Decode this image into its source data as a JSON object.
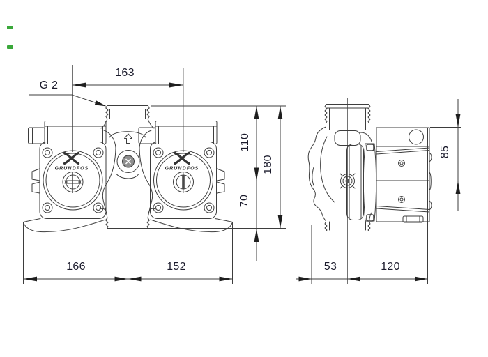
{
  "page": {
    "background_color": "#ffffff",
    "description": "Grundfos twin-head circulator pump dimensional drawing, front and side views"
  },
  "drawing": {
    "line_color": "#3d3d3d",
    "text_color": "#1b1b2c",
    "marker_color": "#3aa83a",
    "icons": [
      "grundfos-logo-icon",
      "flow-direction-up-arrow-icon",
      "vent-screw-icon",
      "bearing-center-icon"
    ]
  },
  "labels": {
    "connection": "G 2",
    "brand": "GRUNDFOS"
  },
  "dims": {
    "d163": "163",
    "d110": "110",
    "d180": "180",
    "d70": "70",
    "d166": "166",
    "d152": "152",
    "d85": "85",
    "d53": "53",
    "d120": "120"
  }
}
